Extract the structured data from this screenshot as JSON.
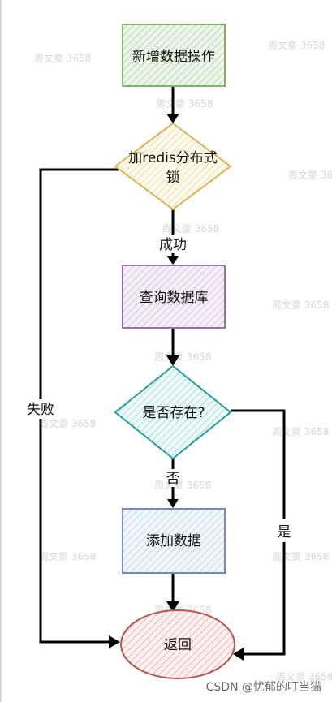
{
  "nodes": {
    "add": {
      "label": "新增数据操作",
      "shape": "rectangle",
      "stroke": "#82b366",
      "fill": "#d5e8d4"
    },
    "lock": {
      "label_line1": "加redis分布式",
      "label_line2": "锁",
      "shape": "diamond",
      "stroke": "#d6b656",
      "fill": "#fff2cc"
    },
    "query": {
      "label": "查询数据库",
      "shape": "rectangle",
      "stroke": "#9673a6",
      "fill": "#e1d5e7"
    },
    "exists": {
      "label": "是否存在?",
      "shape": "diamond",
      "stroke": "#2a9d9d",
      "fill": "#cdecec"
    },
    "insert": {
      "label": "添加数据",
      "shape": "rectangle",
      "stroke": "#6c8ebf",
      "fill": "#dae8fc"
    },
    "return": {
      "label": "返回",
      "shape": "ellipse",
      "stroke": "#b85450",
      "fill": "#f8cecc"
    }
  },
  "edges": {
    "success": "成功",
    "failure": "失败",
    "no": "否",
    "yes": "是"
  },
  "watermark": "周文豪 3658",
  "credit": "CSDN @忧郁的叮当猫"
}
